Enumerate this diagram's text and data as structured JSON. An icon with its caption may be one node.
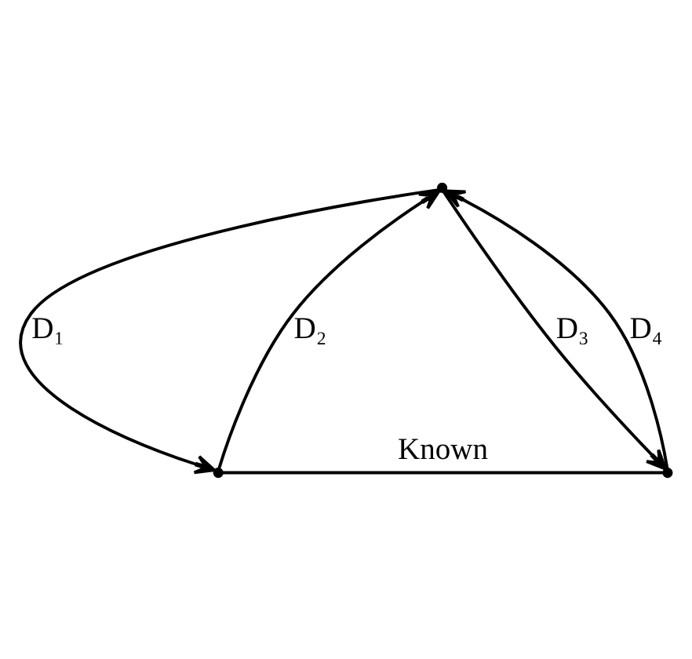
{
  "diagram": {
    "nodes": [
      {
        "text": [],
        "shape": "point"
      },
      {
        "text": [],
        "shape": "point"
      },
      {
        "text": [],
        "shape": "point"
      }
    ],
    "edges": [
      {
        "from": 0,
        "to": 1,
        "arrow": "to",
        "label": "D₁"
      },
      {
        "from": 1,
        "to": 0,
        "arrow": "to",
        "label": "D₂"
      },
      {
        "from": 0,
        "to": 2,
        "arrow": "to",
        "label": "D₃"
      },
      {
        "from": 2,
        "to": 0,
        "arrow": "to",
        "label": "D₄"
      },
      {
        "from": 1,
        "to": 2,
        "arrow": "none",
        "label": "Known"
      }
    ]
  }
}
